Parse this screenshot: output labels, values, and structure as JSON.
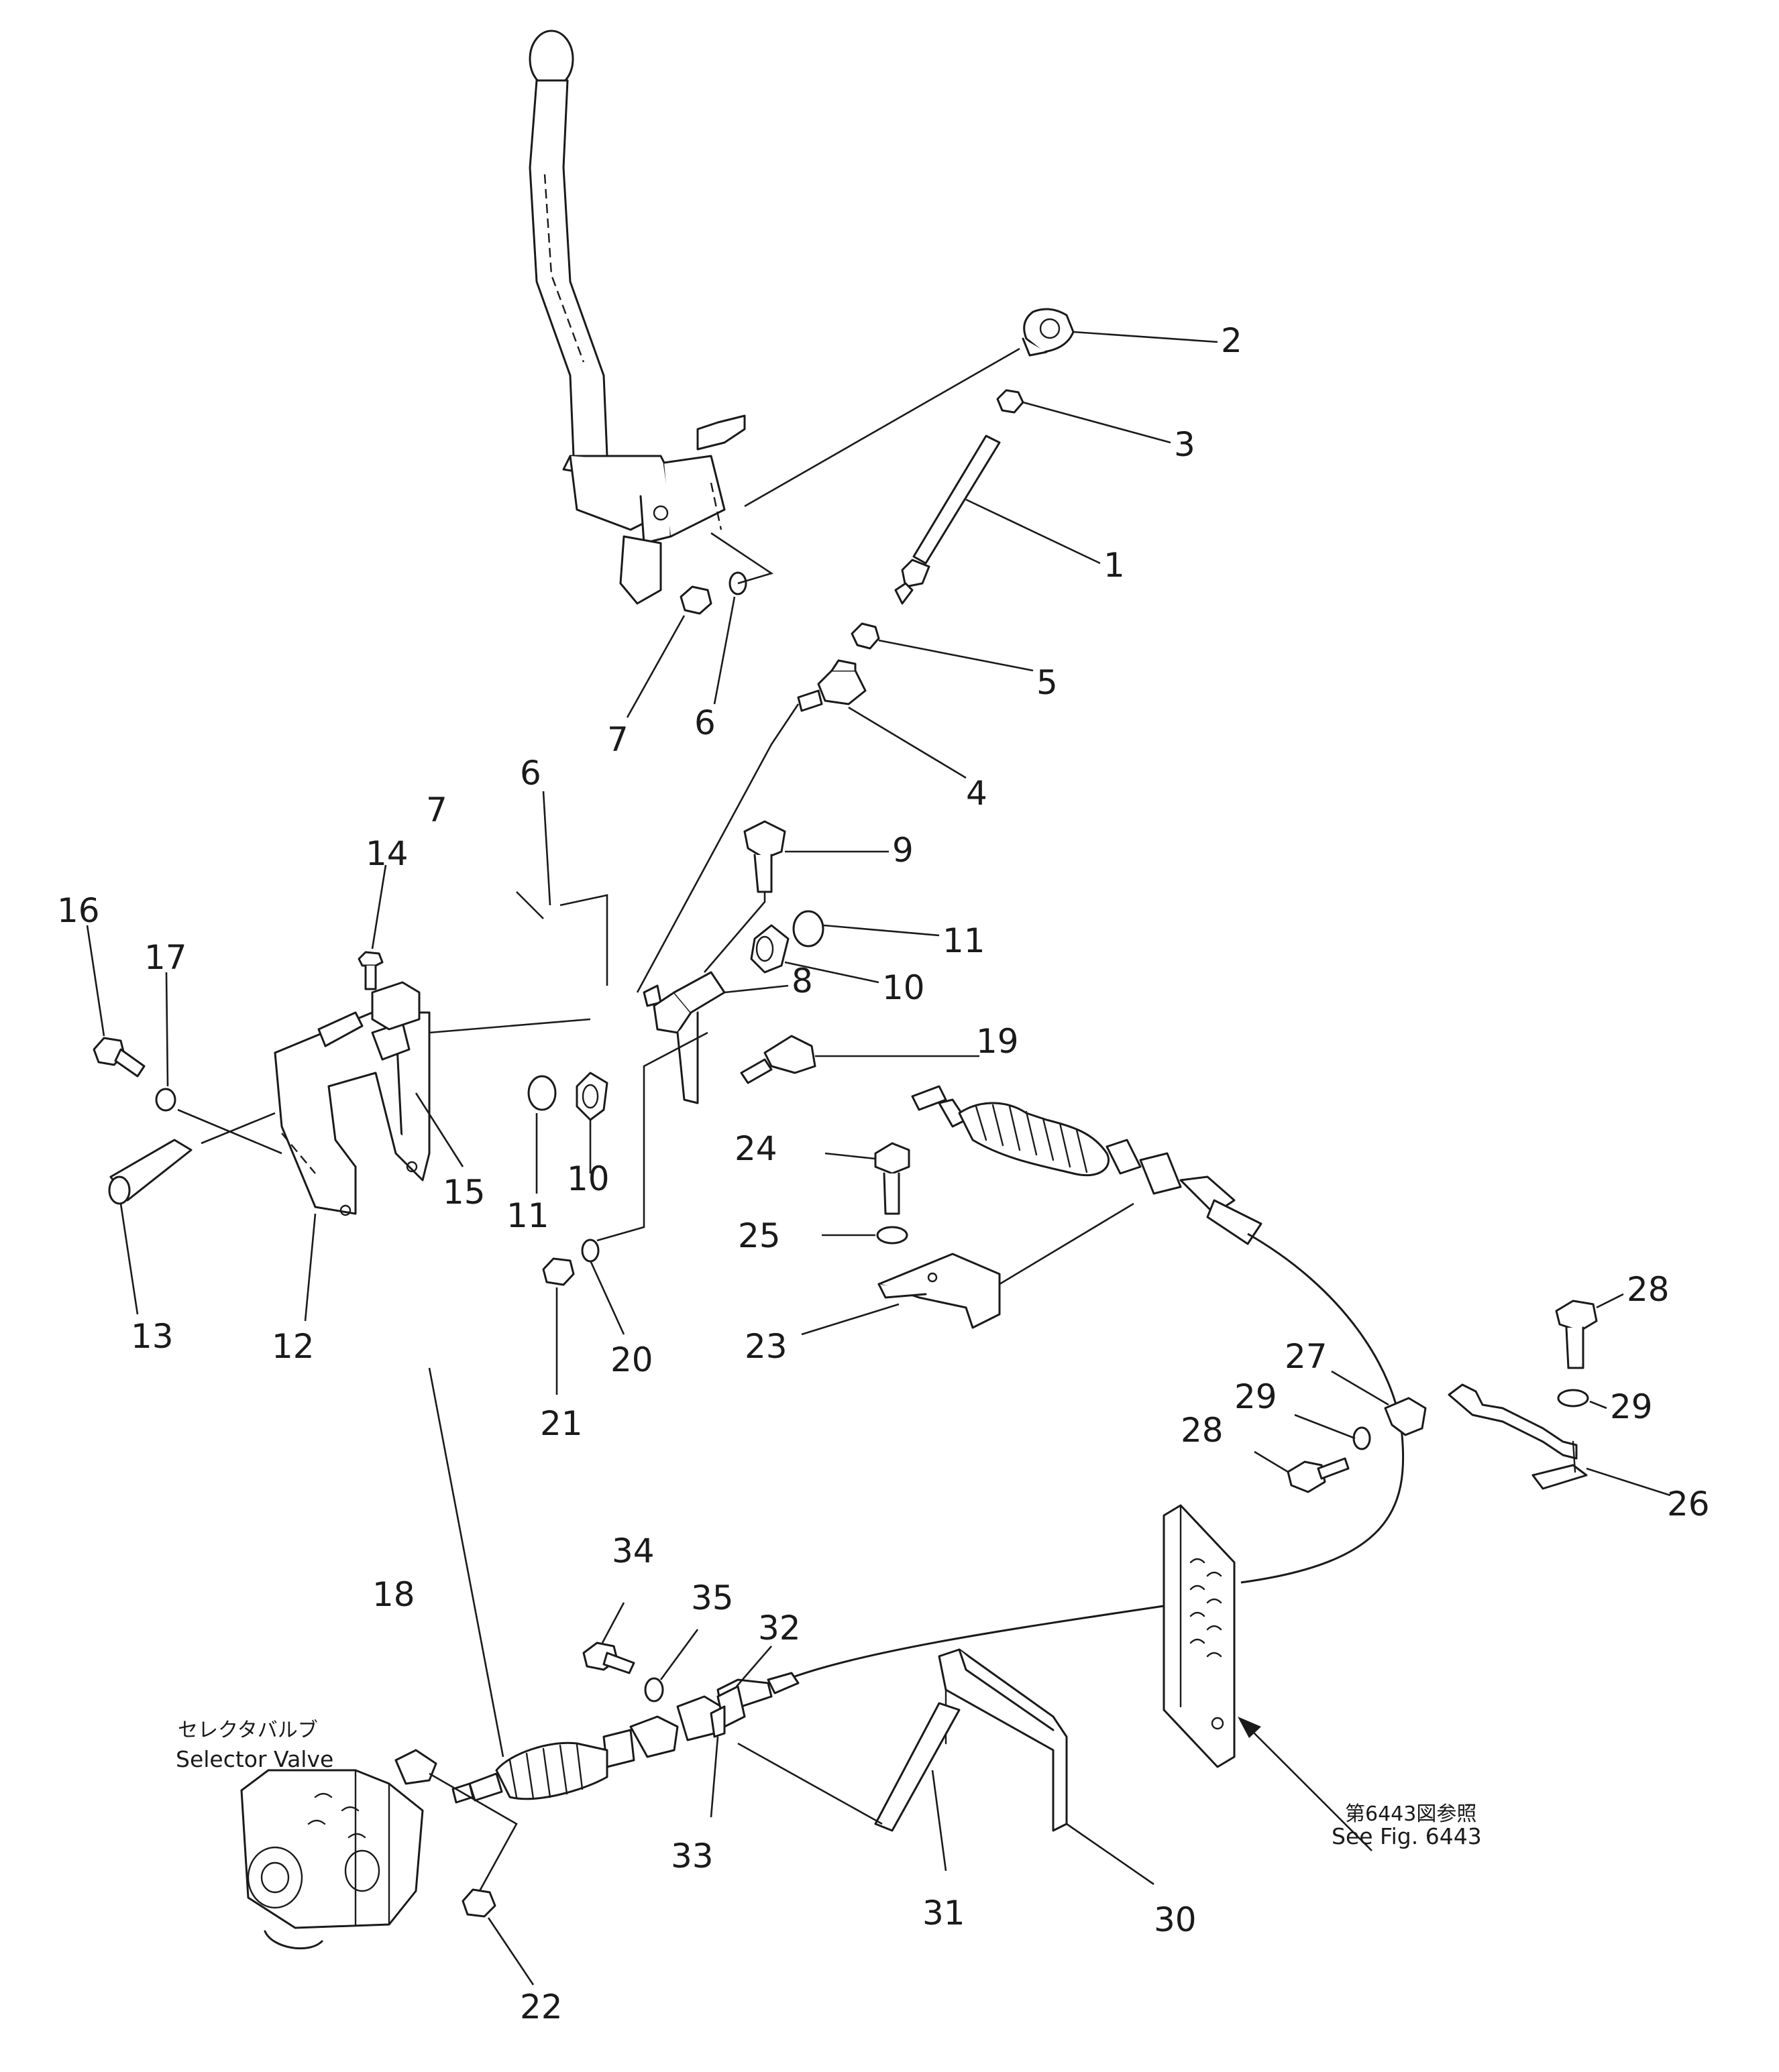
{
  "callouts": {
    "c1": "1",
    "c2": "2",
    "c3": "3",
    "c4": "4",
    "c5": "5",
    "c6a": "6",
    "c6b": "6",
    "c7a": "7",
    "c7b": "7",
    "c8": "8",
    "c9": "9",
    "c10a": "10",
    "c10b": "10",
    "c11a": "11",
    "c11b": "11",
    "c12": "12",
    "c13": "13",
    "c14": "14",
    "c15": "15",
    "c16": "16",
    "c17": "17",
    "c18": "18",
    "c19": "19",
    "c20": "20",
    "c21": "21",
    "c22": "22",
    "c23": "23",
    "c24": "24",
    "c25": "25",
    "c26": "26",
    "c27": "27",
    "c28a": "28",
    "c28b": "28",
    "c29a": "29",
    "c29b": "29",
    "c30": "30",
    "c31": "31",
    "c32": "32",
    "c33": "33",
    "c34": "34",
    "c35": "35"
  },
  "notes": {
    "selector_jp": "セレクタバルブ",
    "selector_en": "Selector Valve",
    "see_fig_jp": "第6443図参照",
    "see_fig_en": "See Fig. 6443"
  }
}
